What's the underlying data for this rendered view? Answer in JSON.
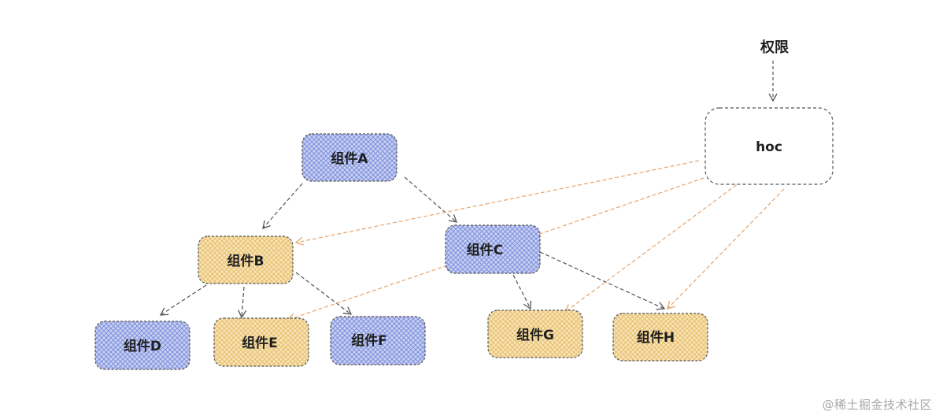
{
  "permission_label": "权限",
  "hoc_label": "hoc",
  "nodes": {
    "a": {
      "label": "组件A"
    },
    "b": {
      "label": "组件B"
    },
    "c": {
      "label": "组件C"
    },
    "d": {
      "label": "组件D"
    },
    "e": {
      "label": "组件E"
    },
    "f": {
      "label": "组件F"
    },
    "g": {
      "label": "组件G"
    },
    "h": {
      "label": "组件H"
    }
  },
  "colors": {
    "blue_fill": "#9aa8e6",
    "yellow_fill": "#f2d28e",
    "border": "#555555",
    "tree_arrow": "#555555",
    "hoc_arrow": "#e8a36a"
  },
  "watermark": "@稀土掘金技术社区"
}
